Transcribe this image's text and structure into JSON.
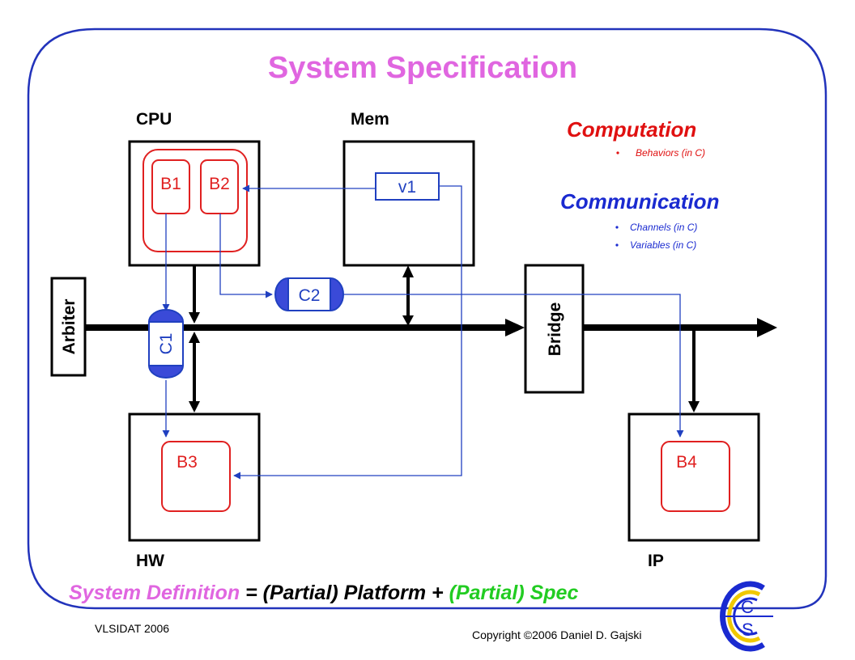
{
  "slide": {
    "title": "System Specification",
    "footer_left": "VLSIDAT 2006",
    "footer_right": "Copyright ©2006 Daniel D. Gajski"
  },
  "blocks": {
    "cpu": "CPU",
    "mem": "Mem",
    "hw": "HW",
    "ip": "IP",
    "arbiter": "Arbiter",
    "bridge": "Bridge"
  },
  "behaviors": {
    "b1": "B1",
    "b2": "B2",
    "b3": "B3",
    "b4": "B4"
  },
  "channels": {
    "c1": "C1",
    "c2": "C2"
  },
  "variables": {
    "v1": "v1"
  },
  "legend": {
    "computation": "Computation",
    "computation_items": [
      "Behaviors (in C)"
    ],
    "communication": "Communication",
    "communication_items": [
      "Channels (in C)",
      "Variables (in C)"
    ]
  },
  "definition": {
    "part1": "System Definition",
    "part2": " = (Partial) Platform + ",
    "part3": "(Partial) Spec"
  },
  "logo": {
    "letter_c": "C",
    "letter_s": "S"
  },
  "colors": {
    "title": "#e066e0",
    "behavior": "#e02020",
    "channel": "#2040c0",
    "channel_fill": "#3a4ad8",
    "definition_pink": "#e066e0",
    "definition_green": "#22cc22",
    "frame": "#2233bb"
  }
}
